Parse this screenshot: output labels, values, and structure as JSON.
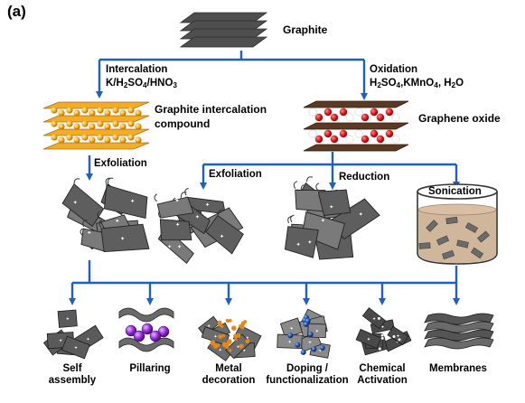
{
  "panel_label": "(a)",
  "nodes": {
    "graphite": "Graphite",
    "intercalation": "Intercalation",
    "intercalation_reagents": {
      "a": "K/H",
      "b": "2",
      "c": "SO",
      "d": "4",
      "e": "/HNO",
      "f": "3"
    },
    "oxidation": "Oxidation",
    "oxidation_reagents": {
      "a": "H",
      "b": "2",
      "c": "SO",
      "d": "4",
      "e": ",KMnO",
      "f": "4",
      "g": ", H",
      "h": "2",
      "i": "O"
    },
    "gic_line1": "Graphite intercalation",
    "gic_line2": "compound",
    "graphene_oxide": "Graphene oxide",
    "exfoliation_left": "Exfoliation",
    "exfoliation_mid": "Exfoliation",
    "reduction": "Reduction",
    "sonication": "Sonication"
  },
  "outputs": {
    "self_assembly": {
      "line1": "Self",
      "line2": "assembly"
    },
    "pillaring": "Pillaring",
    "metal_decoration": {
      "line1": "Metal",
      "line2": "decoration"
    },
    "doping": {
      "line1": "Doping /",
      "line2": "functionalization"
    },
    "chemical_activation": {
      "line1": "Chemical",
      "line2": "Activation"
    },
    "membranes": "Membranes"
  },
  "colors": {
    "arrow": "#1f5fc2",
    "sheet_gray": "#6b6b6b",
    "sheet_light": "#8a8a8a",
    "intercalant_orange": "#f3a81b",
    "oxide_brown": "#5a3a24",
    "oxide_red": "#e0141b",
    "beaker_liquid": "#c8a98a",
    "pillar_purple": "#8e2bd1",
    "metal_orange": "#e5871a",
    "dopant_blue": "#1b4fa8"
  }
}
